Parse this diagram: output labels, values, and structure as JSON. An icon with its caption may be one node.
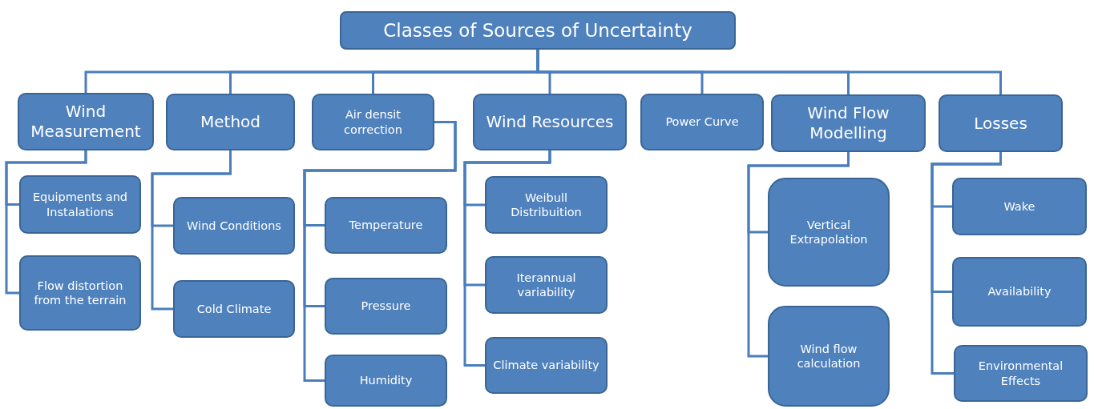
{
  "diagram": {
    "nodes": [
      {
        "text": [
          "Classes of Sources of Uncertainty"
        ]
      },
      {
        "text": [
          "Wind Measurement"
        ]
      },
      {
        "text": [
          "Method"
        ]
      },
      {
        "text": [
          "Air densit correction"
        ]
      },
      {
        "text": [
          "Wind Resources"
        ]
      },
      {
        "text": [
          "Power Curve"
        ]
      },
      {
        "text": [
          "Wind Flow Modelling"
        ]
      },
      {
        "text": [
          "Losses"
        ]
      },
      {
        "text": [
          "Equipments and Instalations"
        ]
      },
      {
        "text": [
          "Flow distortion from the terrain"
        ]
      },
      {
        "text": [
          "Wind Conditions"
        ]
      },
      {
        "text": [
          "Cold Climate"
        ]
      },
      {
        "text": [
          "Temperature"
        ]
      },
      {
        "text": [
          "Pressure"
        ]
      },
      {
        "text": [
          "Humidity"
        ]
      },
      {
        "text": [
          "Weibull Distribuition"
        ]
      },
      {
        "text": [
          "Iterannual variability"
        ]
      },
      {
        "text": [
          "Climate variability"
        ]
      },
      {
        "text": [
          "Vertical Extrapolation"
        ]
      },
      {
        "text": [
          "Wind flow calculation"
        ]
      },
      {
        "text": [
          "Wake"
        ]
      },
      {
        "text": [
          "Availability"
        ]
      },
      {
        "text": [
          "Environmental Effects"
        ]
      }
    ],
    "edges": [
      {
        "from": 0,
        "to": 1,
        "arrow": "none"
      },
      {
        "from": 0,
        "to": 2,
        "arrow": "none"
      },
      {
        "from": 0,
        "to": 3,
        "arrow": "none"
      },
      {
        "from": 0,
        "to": 4,
        "arrow": "none"
      },
      {
        "from": 0,
        "to": 5,
        "arrow": "none"
      },
      {
        "from": 0,
        "to": 6,
        "arrow": "none"
      },
      {
        "from": 0,
        "to": 7,
        "arrow": "none"
      },
      {
        "from": 1,
        "to": 8,
        "arrow": "none"
      },
      {
        "from": 1,
        "to": 9,
        "arrow": "none"
      },
      {
        "from": 2,
        "to": 10,
        "arrow": "none"
      },
      {
        "from": 2,
        "to": 11,
        "arrow": "none"
      },
      {
        "from": 3,
        "to": 12,
        "arrow": "none"
      },
      {
        "from": 3,
        "to": 13,
        "arrow": "none"
      },
      {
        "from": 3,
        "to": 14,
        "arrow": "none"
      },
      {
        "from": 4,
        "to": 15,
        "arrow": "none"
      },
      {
        "from": 4,
        "to": 16,
        "arrow": "none"
      },
      {
        "from": 4,
        "to": 17,
        "arrow": "none"
      },
      {
        "from": 6,
        "to": 18,
        "arrow": "none"
      },
      {
        "from": 6,
        "to": 19,
        "arrow": "none"
      },
      {
        "from": 7,
        "to": 20,
        "arrow": "none"
      },
      {
        "from": 7,
        "to": 21,
        "arrow": "none"
      },
      {
        "from": 7,
        "to": 22,
        "arrow": "none"
      }
    ]
  }
}
